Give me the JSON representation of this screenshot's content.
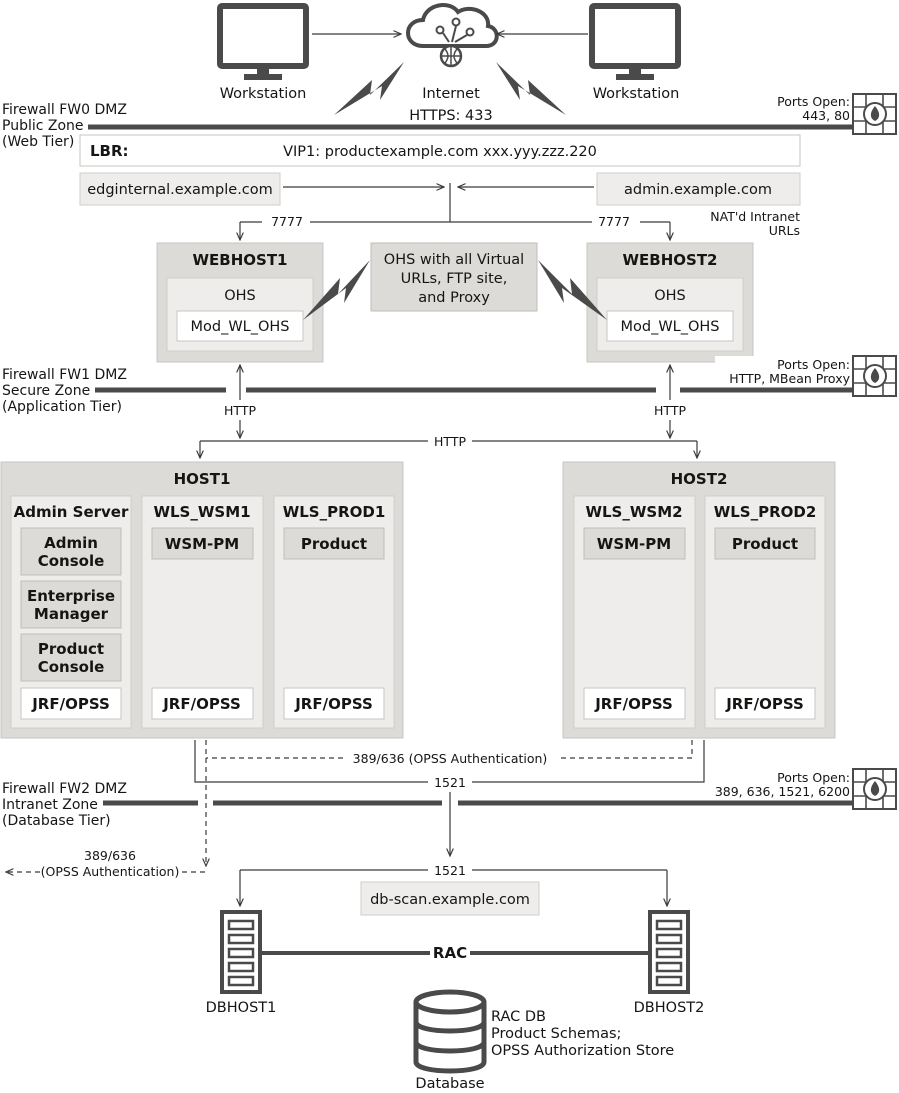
{
  "internet": {
    "label": "Internet",
    "protocol": "HTTPS: 433"
  },
  "workstations": [
    "Workstation",
    "Workstation"
  ],
  "zones": [
    {
      "lines": [
        "Firewall FW0 DMZ",
        "Public Zone",
        "(Web Tier)"
      ],
      "ports": [
        "Ports Open:",
        "443, 80"
      ]
    },
    {
      "lines": [
        "Firewall FW1 DMZ",
        "Secure Zone",
        "(Application Tier)"
      ],
      "ports": [
        "Ports Open:",
        "HTTP, MBean Proxy"
      ]
    },
    {
      "lines": [
        "Firewall FW2 DMZ",
        "Intranet Zone",
        "(Database Tier)"
      ],
      "ports": [
        "Ports Open:",
        "389, 636, 1521, 6200"
      ]
    }
  ],
  "lbr": {
    "label": "LBR:",
    "vip": "VIP1: productexample.com xxx.yyy.zzz.220"
  },
  "urls": {
    "left": "edginternal.example.com",
    "right": "admin.example.com",
    "nat": [
      "NAT'd Intranet",
      "URLs"
    ]
  },
  "ports_labels": {
    "web_left": "7777",
    "web_right": "7777",
    "http": "HTTP",
    "db": "1521",
    "ldap": "389/636 (OPSS Authentication)",
    "ldap_out": [
      "389/636",
      "(OPSS Authentication)"
    ]
  },
  "webhosts": [
    {
      "title": "WEBHOST1",
      "ohs": "OHS",
      "module": "Mod_WL_OHS"
    },
    {
      "title": "WEBHOST2",
      "ohs": "OHS",
      "module": "Mod_WL_OHS"
    }
  ],
  "ohs_note": [
    "OHS with all Virtual",
    "URLs, FTP site,",
    "and Proxy"
  ],
  "host1": {
    "title": "HOST1",
    "admin": {
      "title": "Admin Server",
      "items": [
        [
          "Admin",
          "Console"
        ],
        [
          "Enterprise",
          "Manager"
        ],
        [
          "Product",
          "Console"
        ]
      ],
      "footer": "JRF/OPSS"
    },
    "servers": [
      {
        "title": "WLS_WSM1",
        "item": "WSM-PM",
        "footer": "JRF/OPSS"
      },
      {
        "title": "WLS_PROD1",
        "item": "Product",
        "footer": "JRF/OPSS"
      }
    ]
  },
  "host2": {
    "title": "HOST2",
    "servers": [
      {
        "title": "WLS_WSM2",
        "item": "WSM-PM",
        "footer": "JRF/OPSS"
      },
      {
        "title": "WLS_PROD2",
        "item": "Product",
        "footer": "JRF/OPSS"
      }
    ]
  },
  "db": {
    "scan": "db-scan.example.com",
    "hosts": [
      "DBHOST1",
      "DBHOST2"
    ],
    "rac": "RAC",
    "database": "Database",
    "note": [
      "RAC DB",
      "Product Schemas;",
      "OPSS Authorization Store"
    ]
  },
  "colors": {
    "accent_gray": "#dddbd8",
    "light_gray": "#eeedeb",
    "line": "#3a3a3a",
    "text": "#161513"
  }
}
